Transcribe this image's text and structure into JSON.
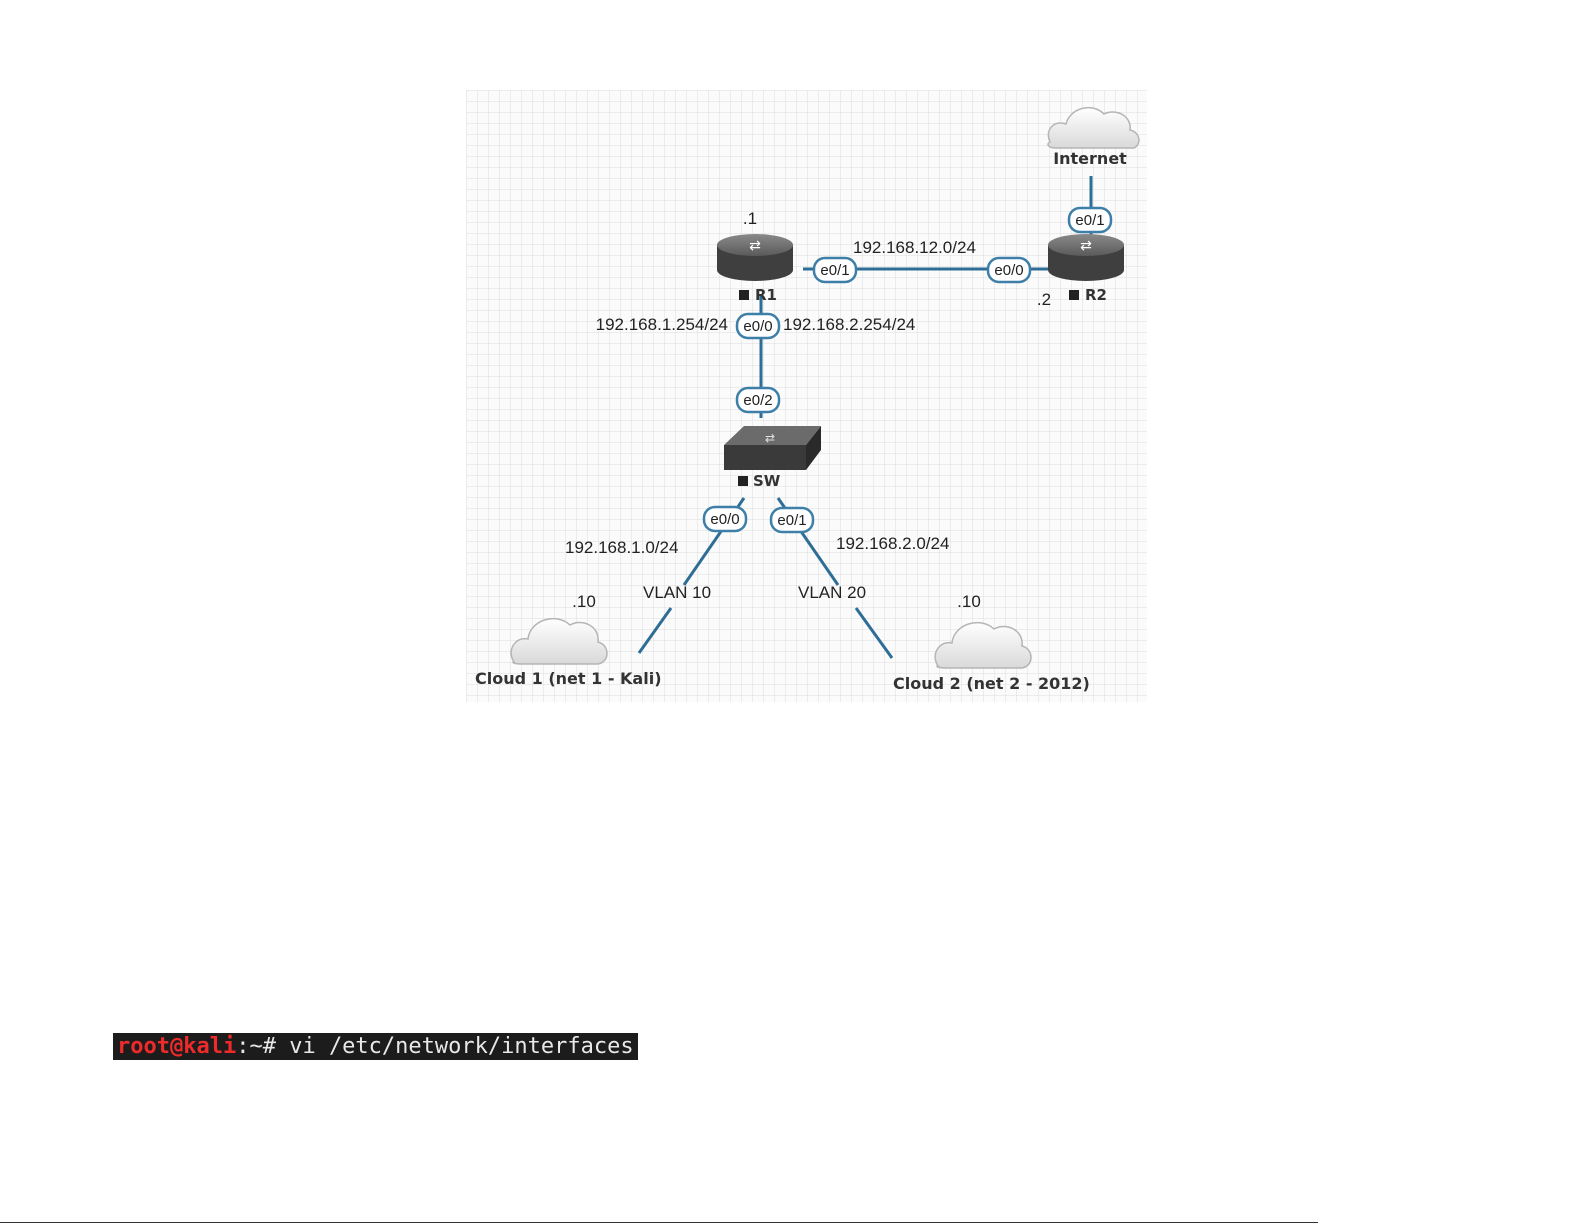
{
  "diagram": {
    "devices": {
      "r1": {
        "name": "R1",
        "host": ".1"
      },
      "r2": {
        "name": "R2",
        "host": ".2"
      },
      "sw": {
        "name": "SW"
      },
      "internet": {
        "name": "Internet"
      },
      "cloud1": {
        "name": "Cloud 1 (net 1 - Kali)",
        "host": ".10"
      },
      "cloud2": {
        "name": "Cloud 2 (net 2 - 2012)",
        "host": ".10"
      }
    },
    "ports": {
      "r1_e01": "e0/1",
      "r2_e00": "e0/0",
      "r2_e01": "e0/1",
      "r1_e00": "e0/0",
      "sw_e02": "e0/2",
      "sw_e00": "e0/0",
      "sw_e01": "e0/1"
    },
    "subnets": {
      "r1_r2": "192.168.12.0/24",
      "r1_gw_vlan10": "192.168.1.254/24",
      "r1_gw_vlan20": "192.168.2.254/24",
      "net1": "192.168.1.0/24",
      "net2": "192.168.2.0/24"
    },
    "vlans": {
      "v10": "VLAN 10",
      "v20": "VLAN 20"
    }
  },
  "terminal": {
    "user_host": "root@kali",
    "prompt_suffix": ":~# ",
    "command": "vi /etc/network/interfaces"
  }
}
